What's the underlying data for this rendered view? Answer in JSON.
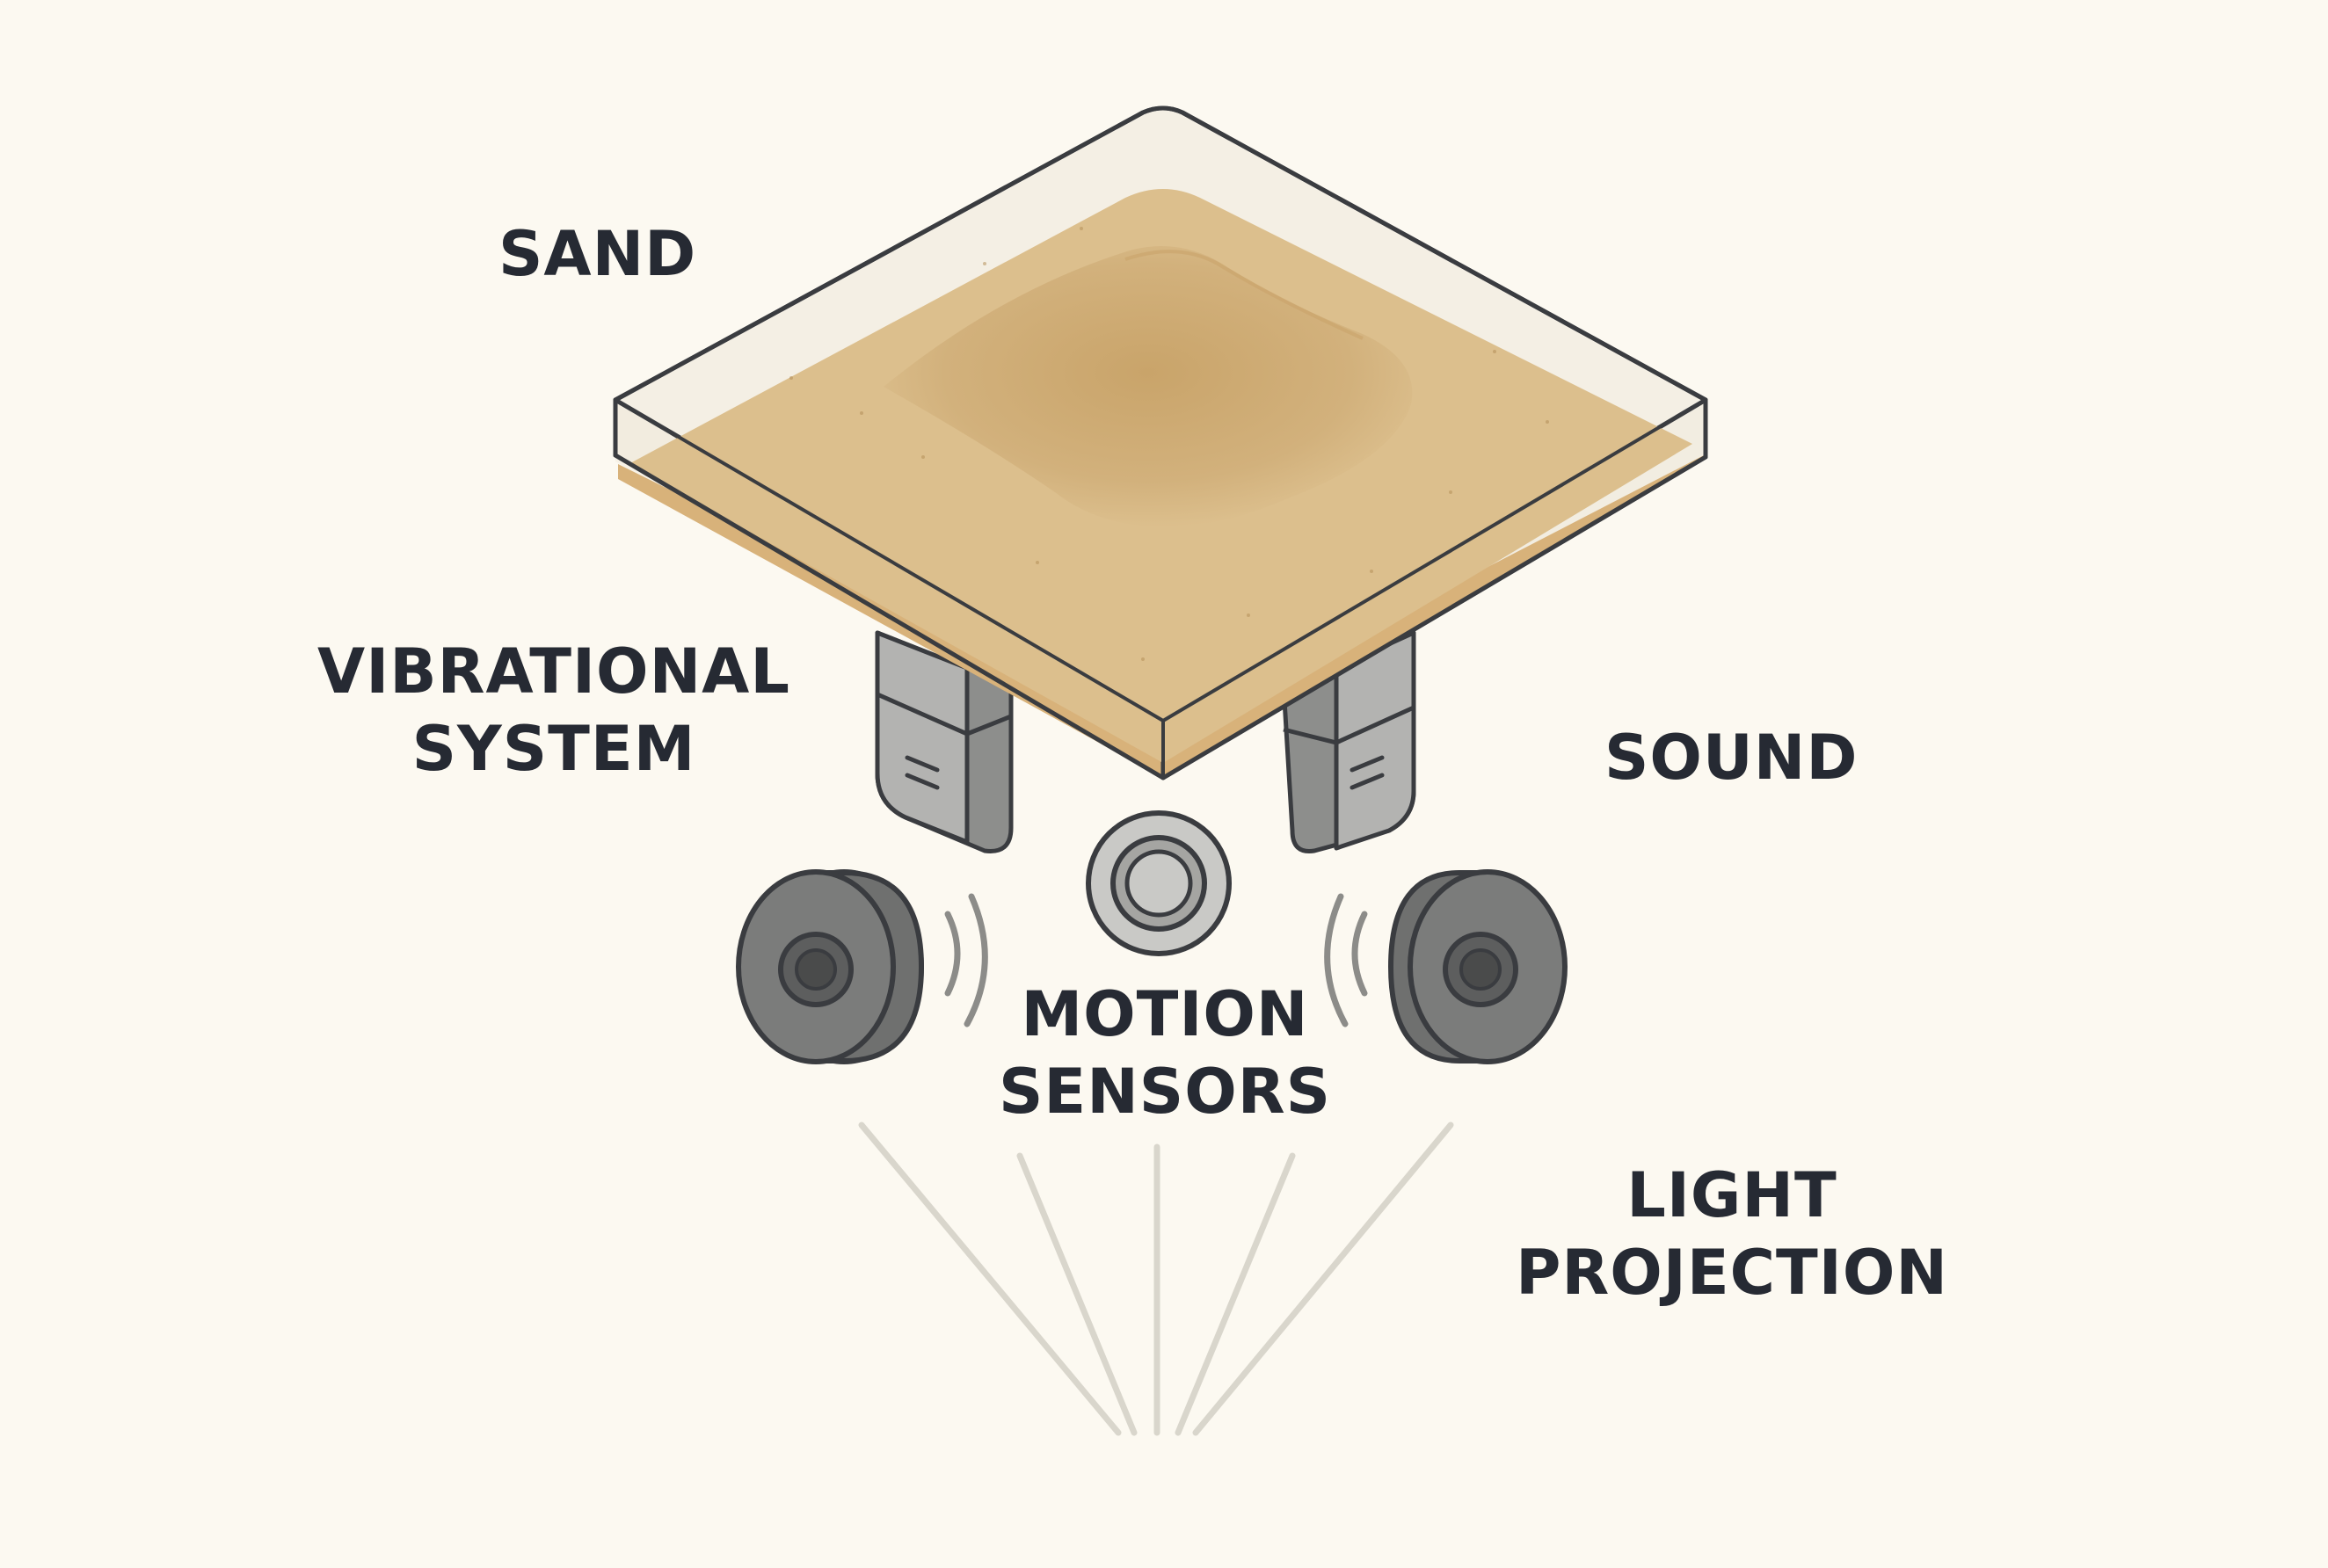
{
  "labels": {
    "sand": "SAND",
    "vibrational": [
      "VIBRATIONAL",
      "SYSTEM"
    ],
    "sound": "SOUND",
    "motion": [
      "MOTION",
      "SENSORS"
    ],
    "light": [
      "LIGHT",
      "PROJECTION"
    ]
  },
  "colors": {
    "background": "#fcf9f1",
    "sand": "#dcbf8d",
    "sand_dark": "#c9a46c",
    "outline": "#3a3c40",
    "device": "#7b7c7c",
    "device_light": "#b9b9b6",
    "text": "#262a33",
    "light_rays": "#d9d6cc"
  },
  "icons": [
    "left-speaker-icon",
    "right-speaker-icon",
    "motion-sensor-icon",
    "left-leg-icon",
    "right-leg-icon",
    "light-rays-icon",
    "sound-waves-icon"
  ]
}
